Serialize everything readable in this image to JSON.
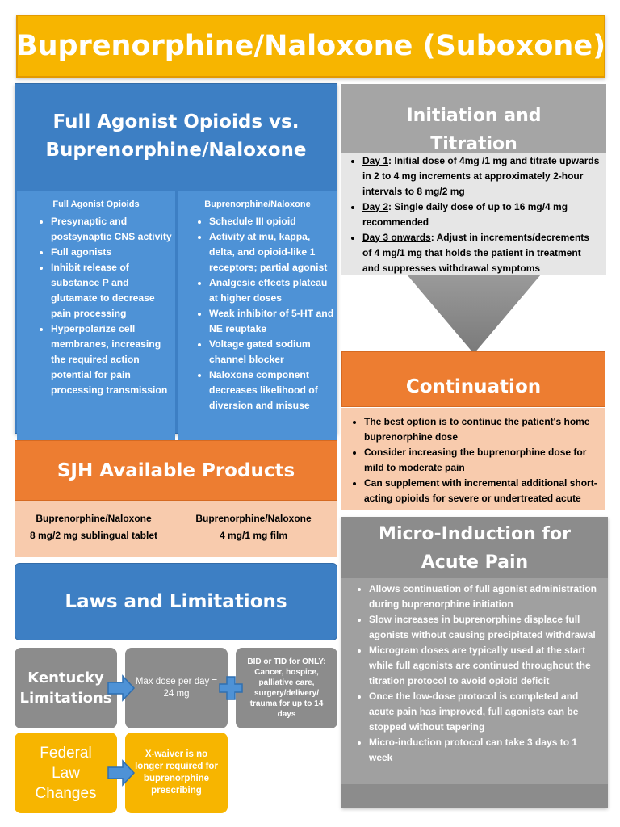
{
  "title": "Buprenorphine/Naloxone (Suboxone)",
  "comparison": {
    "heading_line1": "Full Agonist Opioids vs.",
    "heading_line2": "Buprenorphine/Naloxone",
    "left_heading": "Full Agonist Opioids",
    "left_items": [
      "Presynaptic and postsynaptic CNS activity",
      "Full agonists",
      "Inhibit release of substance P and glutamate to decrease pain processing",
      "Hyperpolarize cell membranes, increasing the required action potential for pain processing transmission"
    ],
    "right_heading": "Buprenorphine/Naloxone",
    "right_items": [
      "Schedule III opioid",
      "Activity at mu, kappa, delta, and opioid-like 1 receptors; partial agonist",
      "Analgesic effects plateau at higher doses",
      "Weak inhibitor of 5-HT and NE reuptake",
      "Voltage gated sodium channel blocker",
      "Naloxone component decreases likelihood of diversion and misuse"
    ]
  },
  "initiation": {
    "heading_line1": "Initiation and",
    "heading_line2": "Titration",
    "items": [
      {
        "label": "Day 1",
        "text": ": Initial dose of 4mg /1 mg and titrate upwards in 2 to 4 mg increments at approximately 2-hour intervals to 8 mg/2 mg"
      },
      {
        "label": "Day 2",
        "text": ": Single daily dose of up to 16 mg/4 mg recommended"
      },
      {
        "label": "Day 3 onwards",
        "text": ": Adjust in increments/decrements of 4 mg/1 mg that holds the patient in treatment and suppresses withdrawal symptoms"
      }
    ]
  },
  "continuation": {
    "heading": "Continuation",
    "items": [
      "The best option is to continue the patient's home buprenorphine dose",
      "Consider increasing the buprenorphine dose for mild to moderate pain",
      "Can supplement with incremental additional short-acting opioids for severe or undertreated acute"
    ]
  },
  "products": {
    "heading": "SJH Available Products",
    "items": [
      {
        "name": "Buprenorphine/Naloxone",
        "form": "8 mg/2 mg sublingual tablet"
      },
      {
        "name": "Buprenorphine/Naloxone",
        "form": "4 mg/1 mg film"
      }
    ]
  },
  "laws": {
    "heading": "Laws and Limitations",
    "kentucky_line1": "Kentucky",
    "kentucky_line2": "Limitations",
    "max_dose_line1": "Max dose per day =",
    "max_dose_line2": "24 mg",
    "bid_text": "BID or TID for ONLY: Cancer, hospice, palliative care, surgery/delivery/ trauma for up to 14 days",
    "federal_line1": "Federal",
    "federal_line2": "Law",
    "federal_line3": "Changes",
    "xwaiver_text": "X-waiver is no longer required for buprenorphine prescribing"
  },
  "micro": {
    "heading_line1": "Micro-Induction for",
    "heading_line2": "Acute Pain",
    "items": [
      "Allows continuation of full agonist administration during buprenorphine initiation",
      "Slow increases in buprenorphine displace full agonists without causing precipitated withdrawal",
      "Microgram doses are typically used at the start while full agonists are continued throughout the titration protocol to avoid opioid deficit",
      "Once the low-dose protocol is completed and acute pain has improved, full agonists can be stopped without tapering",
      "Micro-induction protocol can take 3 days to 1 week"
    ]
  },
  "colors": {
    "gold": "#f7b500",
    "blue": "#3d7fc4",
    "orange": "#ed7d31",
    "peach": "#f8cbad",
    "grey": "#8c8c8c"
  }
}
